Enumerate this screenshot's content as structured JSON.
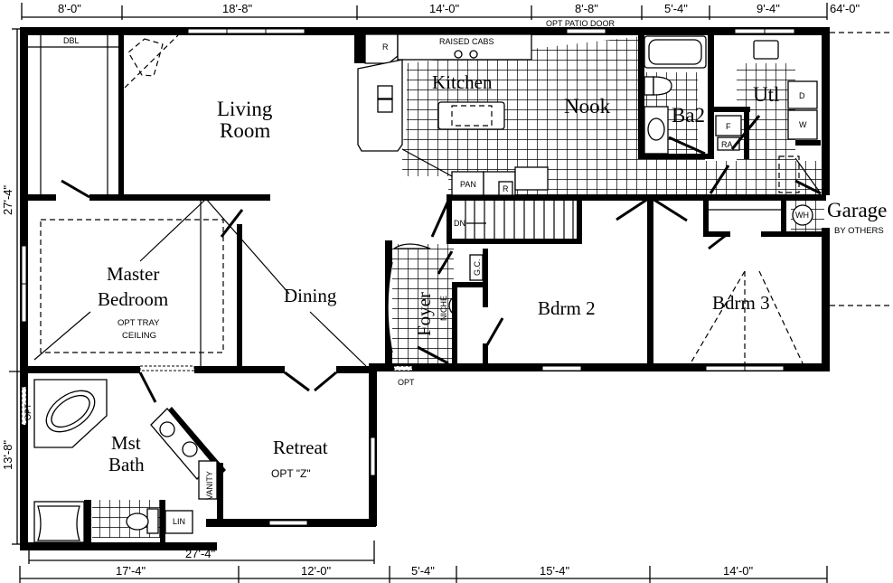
{
  "dimensions": {
    "top": [
      "8'-0\"",
      "18'-8\"",
      "14'-0\"",
      "8'-8\"",
      "5'-4\"",
      "9'-4\""
    ],
    "overall_width": "64'-0\"",
    "bottom_inner": "27'-4\"",
    "bottom": [
      "17'-4\"",
      "12'-0\"",
      "5'-4\"",
      "15'-4\"",
      "14'-0\""
    ],
    "left": [
      "27'-4\"",
      "13'-8\""
    ]
  },
  "rooms": {
    "living": [
      "Living",
      "Room"
    ],
    "kitchen": "Kitchen",
    "nook": "Nook",
    "bath2": "Ba2",
    "utility": "Utl",
    "garage": "Garage",
    "garage_note": "BY OTHERS",
    "master": [
      "Master",
      "Bedroom"
    ],
    "master_note": [
      "OPT TRAY",
      "CEILING"
    ],
    "dining": "Dining",
    "foyer": "Foyer",
    "bdrm2": "Bdrm 2",
    "bdrm3": "Bdrm 3",
    "mst_bath": [
      "Mst",
      "Bath"
    ],
    "retreat": "Retreat",
    "retreat_note": "OPT \"Z\""
  },
  "labels": {
    "patio_door": "OPT PATIO DOOR",
    "raised_cabs": "RAISED CABS",
    "dbl": "DBL",
    "refrigerator": "R",
    "pantry": "PAN",
    "pantry_r": "R",
    "furnace": "F",
    "return_air": "RA",
    "dryer": "D",
    "washer": "W",
    "water_heater": "WH",
    "stairs_down": "DN",
    "guest_closet": "G.C.",
    "niche": "NICHE",
    "vanity": "VANITY",
    "linen": "LIN",
    "opt_front": "OPT",
    "opt_bath_window": "OPT"
  }
}
